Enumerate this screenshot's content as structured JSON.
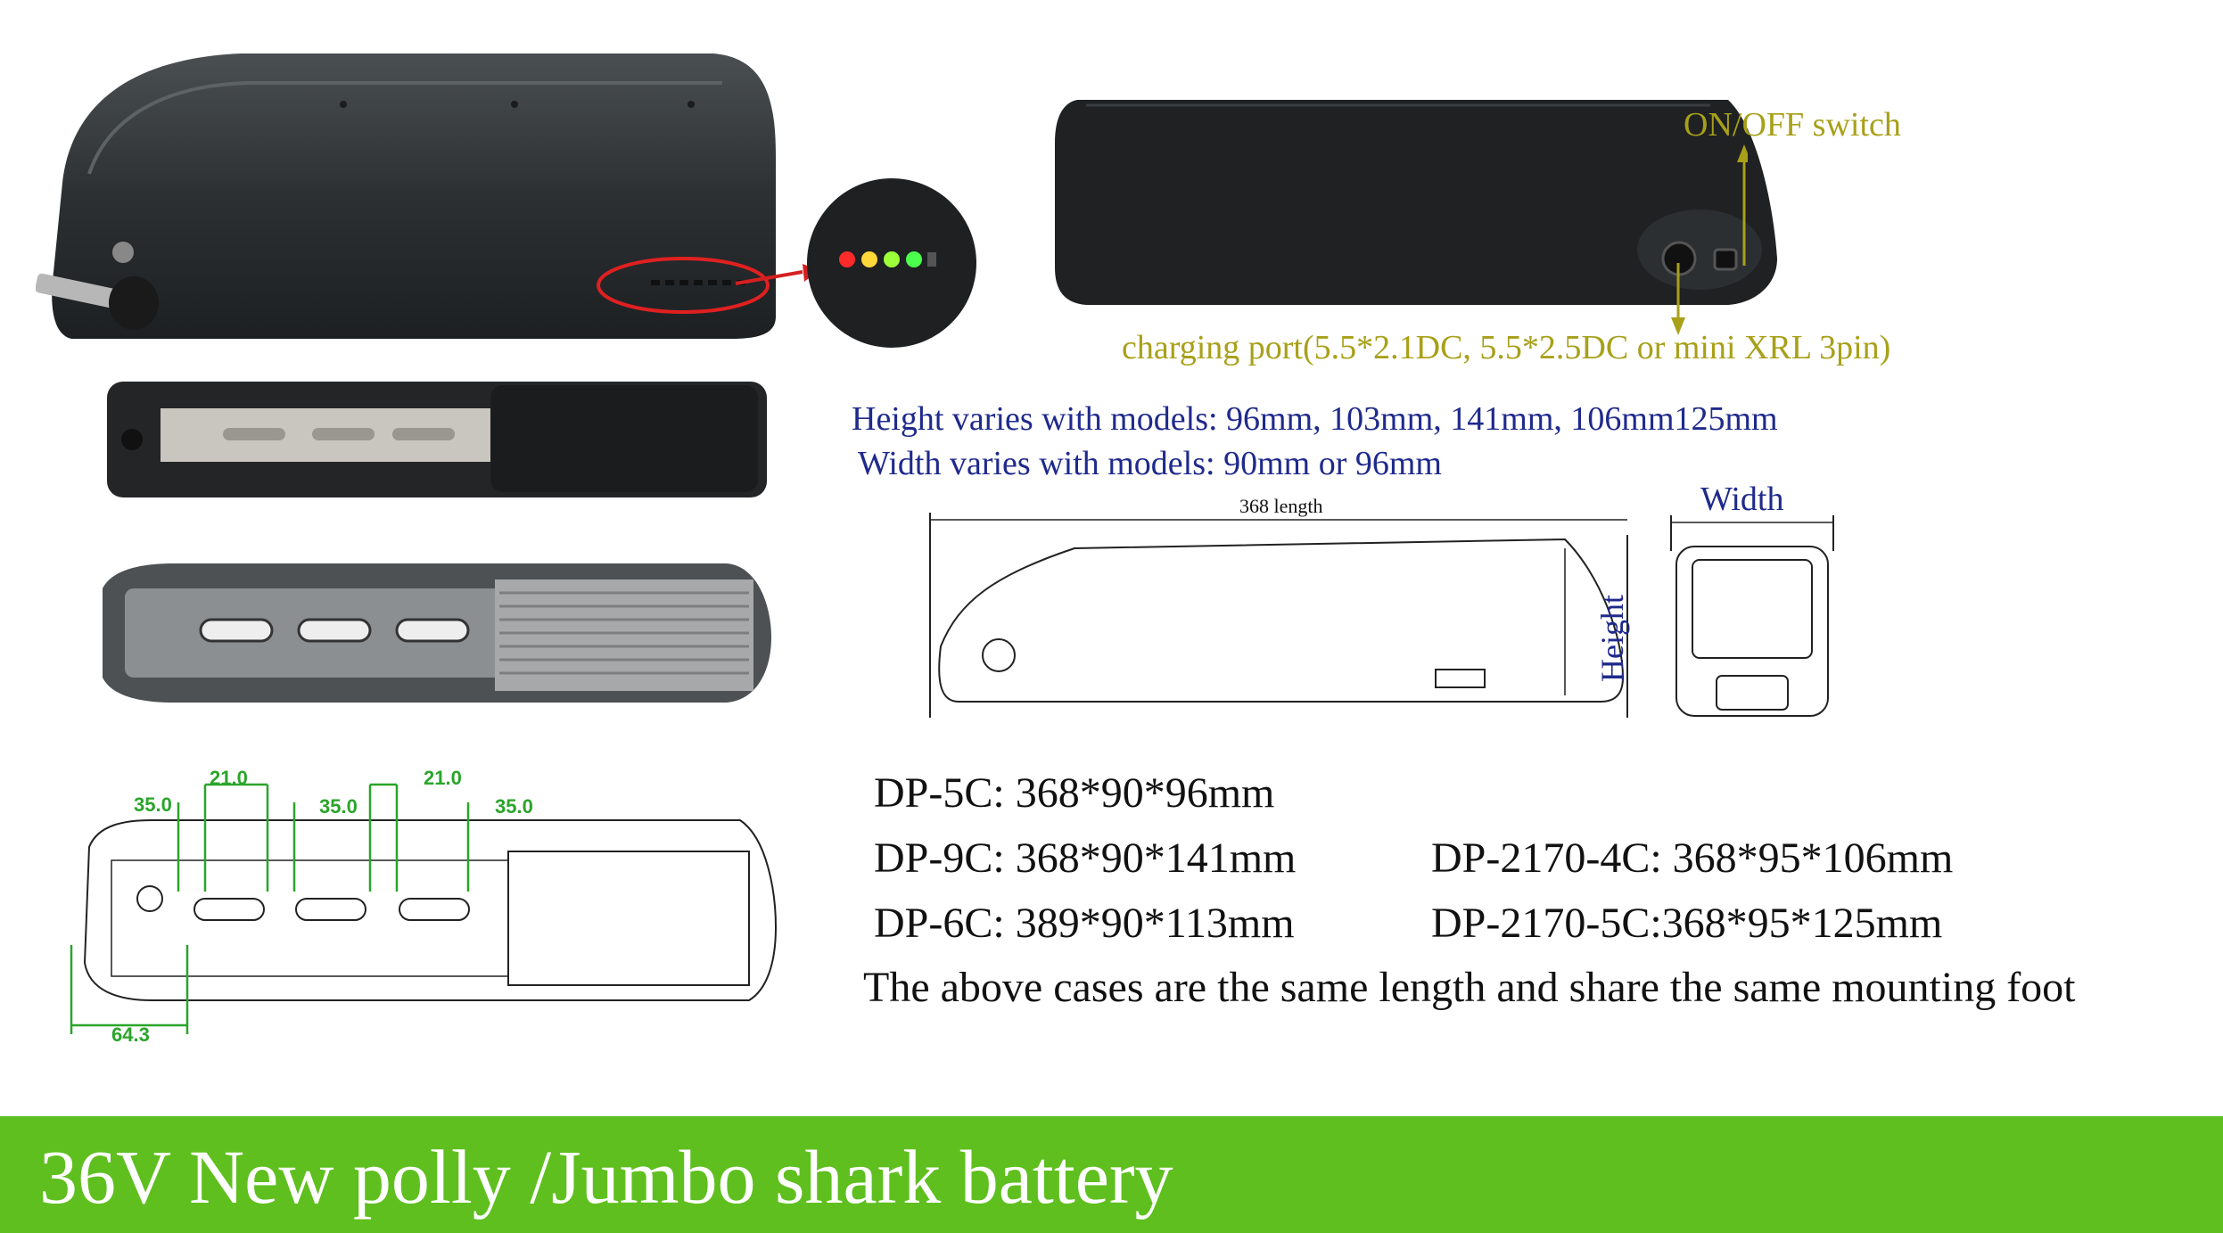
{
  "colors": {
    "banner_green": "#5fbf1f",
    "annotation_olive": "#a8a019",
    "info_blue": "#1f2a8c",
    "dimension_green": "#2aa52a",
    "indicator_red": "#ff2b2b",
    "indicator_green": "#4cff4c"
  },
  "callouts": {
    "switch_label": "ON/OFF switch",
    "port_label": "charging port(5.5*2.1DC, 5.5*2.5DC or  mini XRL 3pin)"
  },
  "info": {
    "height_line": "Height varies with models: 96mm, 103mm, 141mm, 106mm125mm",
    "width_line": "Width varies with models: 90mm or 96mm"
  },
  "drawing_labels": {
    "length": "368 length",
    "height": "Height",
    "width": "Width"
  },
  "dimensions": {
    "d1": "35.0",
    "d2": "21.0",
    "d3": "35.0",
    "d4": "21.0",
    "d5": "35.0",
    "d6": "64.3"
  },
  "specs": {
    "dp5c": "DP-5C: 368*90*96mm",
    "dp9c": "DP-9C: 368*90*141mm",
    "dp6c": "DP-6C: 389*90*113mm",
    "dp2170_4c": "DP-2170-4C: 368*95*106mm",
    "dp2170_5c": "DP-2170-5C:368*95*125mm",
    "note": "The above cases are the same length and share the same mounting foot"
  },
  "banner": {
    "title": "36V New polly /Jumbo shark battery"
  }
}
